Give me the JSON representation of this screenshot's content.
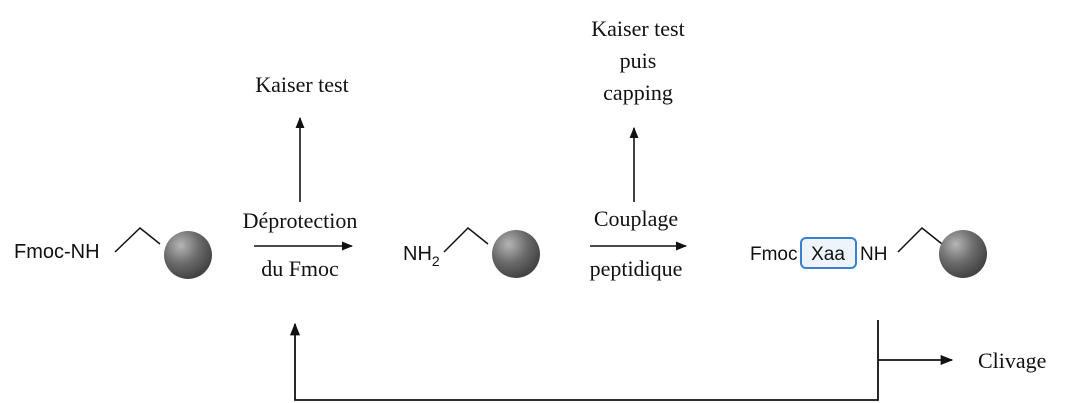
{
  "structures": {
    "start": {
      "label": "Fmoc-NH"
    },
    "deprotected": {
      "label_main": "NH",
      "label_sub": "2"
    },
    "coupled": {
      "label_left": "Fmoc",
      "label_residue": "Xaa",
      "label_right": "NH"
    }
  },
  "steps": {
    "deprotection": {
      "line1": "Déprotection",
      "line2": "du Fmoc"
    },
    "coupling": {
      "line1": "Couplage",
      "line2": "peptidique"
    }
  },
  "tests": {
    "after_deprotection": {
      "line1": "Kaiser test"
    },
    "after_coupling": {
      "line1": "Kaiser test",
      "line2": "puis",
      "line3": "capping"
    }
  },
  "cleavage": {
    "label": "Clivage"
  },
  "colors": {
    "bead": "#6b6b6b",
    "residue_box": "#3a7fd0",
    "residue_box_fill": "#eef4fb",
    "line": "#111111"
  }
}
